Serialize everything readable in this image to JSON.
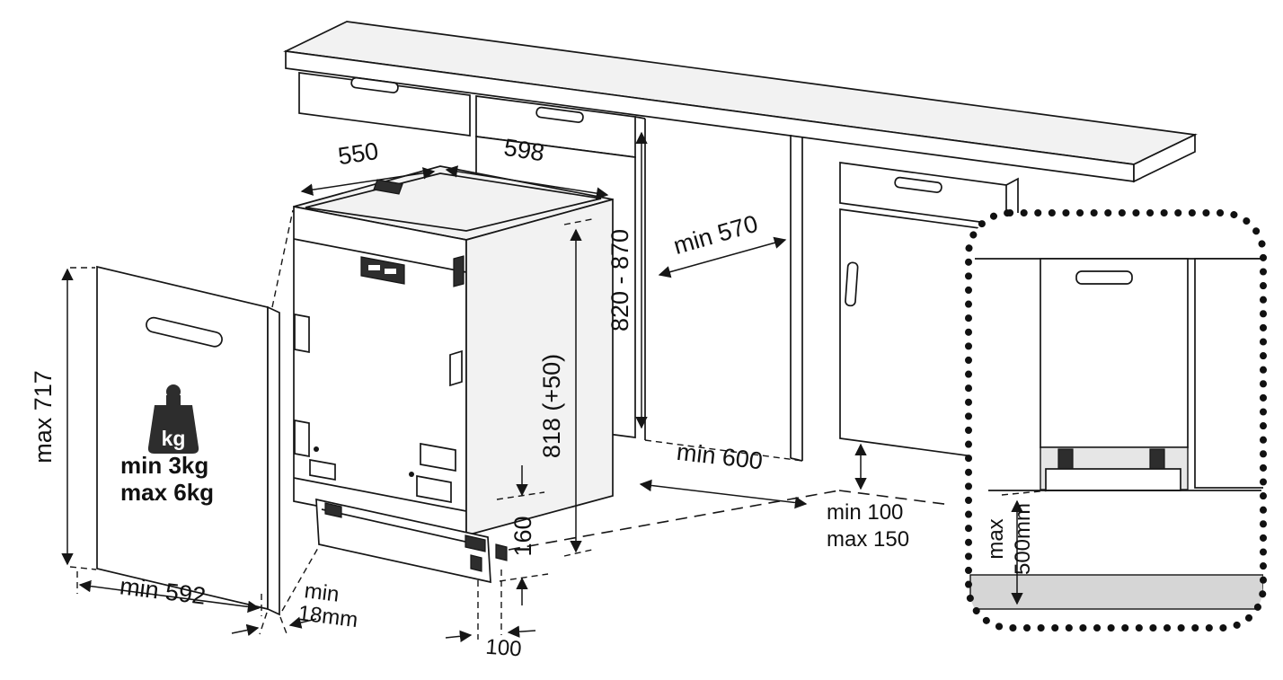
{
  "diagram": {
    "type": "technical-installation-drawing",
    "subject": "built-in dishwasher installation dimensions",
    "colors": {
      "line": "#161616",
      "background": "#ffffff",
      "floor_shade": "#d6d6d6",
      "recess_shade": "#e6e6e6",
      "dark_part": "#2d2d2d"
    },
    "dimensions": {
      "top_depth": "550",
      "top_width": "598",
      "niche_height": "820 - 870",
      "niche_depth": "min 570",
      "appliance_height": "818 (+50)",
      "front_clearance": "min 600",
      "base_height": "160",
      "foot_inset": "100",
      "door_height": "max 717",
      "door_width": "min 592",
      "door_thickness_label": "min",
      "door_thickness_value": "18mm",
      "door_weight_min": "min 3kg",
      "door_weight_max": "max 6kg",
      "weight_unit": "kg",
      "plinth_min": "min 100",
      "plinth_max": "max 150",
      "inset_max_label": "max",
      "inset_max_value": "500mm"
    }
  }
}
